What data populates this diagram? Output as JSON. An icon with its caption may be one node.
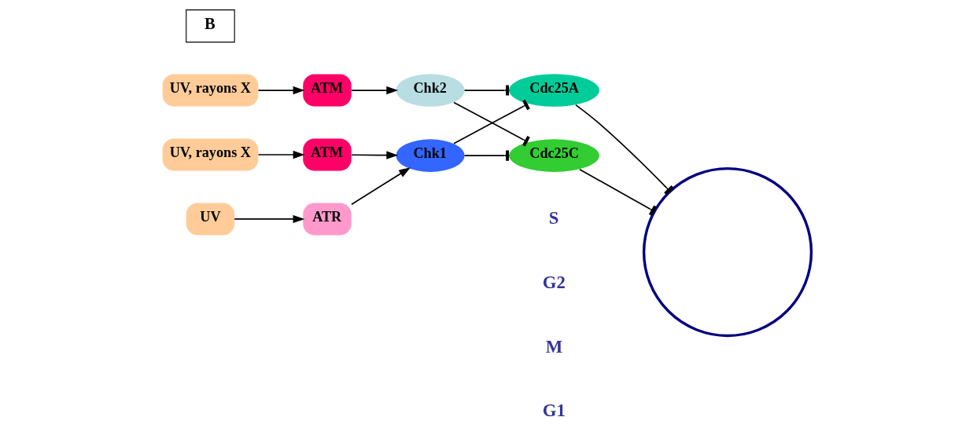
{
  "diagram": {
    "nodes": [
      {
        "text": [
          "UV, rayons X"
        ]
      },
      {
        "text": [
          "ATM"
        ]
      },
      {
        "text": [
          "Chk2"
        ]
      },
      {
        "text": [
          "Cdc25A"
        ]
      },
      {
        "text": [
          "UV"
        ]
      },
      {
        "text": [
          "ATR"
        ]
      },
      {
        "text": [
          "Chk1"
        ]
      },
      {
        "text": [
          "ATM"
        ]
      },
      {
        "text": [
          "UV, rayons X"
        ]
      },
      {
        "text": [
          "Cdc25C"
        ]
      },
      {
        "text": [],
        "shape": "circle"
      }
    ],
    "edges": [
      {
        "from": 0,
        "to": 1,
        "arrow": "to"
      },
      {
        "from": 1,
        "to": 2,
        "arrow": "to"
      },
      {
        "from": 2,
        "to": 3,
        "arrow": "other"
      },
      {
        "from": 3,
        "to": 10,
        "arrow": "other"
      },
      {
        "from": 2,
        "to": 9,
        "arrow": "other"
      },
      {
        "from": 6,
        "to": 3,
        "arrow": "other"
      },
      {
        "from": 4,
        "to": 5,
        "arrow": "to"
      },
      {
        "from": 5,
        "to": 6,
        "arrow": "to"
      },
      {
        "from": 8,
        "to": 7,
        "arrow": "to"
      },
      {
        "from": 7,
        "to": 6,
        "arrow": "to"
      },
      {
        "from": 6,
        "to": 9,
        "arrow": "other"
      },
      {
        "from": 9,
        "to": 10,
        "arrow": "other"
      }
    ],
    "labels": [
      "B",
      "S",
      "G2",
      "M",
      "G1"
    ]
  }
}
